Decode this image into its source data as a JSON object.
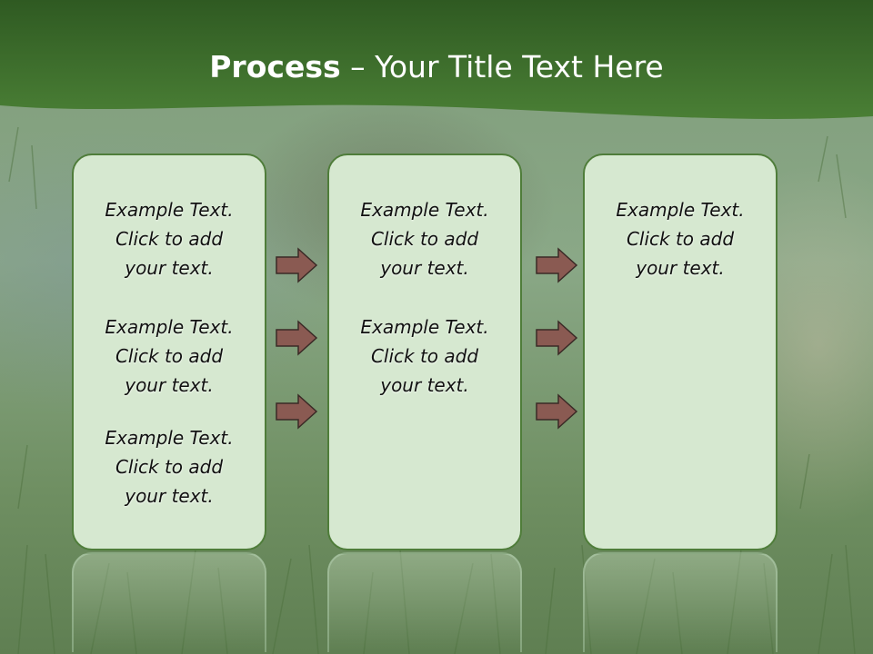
{
  "slide": {
    "title_bold": "Process",
    "title_rest": " – Your Title Text Here",
    "colors": {
      "header": "#3e6b2c",
      "box_fill": "#d6e8d0",
      "box_border": "#4f7d3a",
      "arrow": "#8a5a52"
    }
  },
  "columns": [
    {
      "blocks": [
        {
          "l1": "Example Text.",
          "l2": "Click  to add",
          "l3": "your text."
        },
        {
          "l1": "Example Text.",
          "l2": "Click  to add",
          "l3": "your text."
        },
        {
          "l1": "Example Text.",
          "l2": "Click  to add",
          "l3": "your text."
        }
      ]
    },
    {
      "blocks": [
        {
          "l1": "Example Text.",
          "l2": "Click  to add",
          "l3": "your text."
        },
        {
          "l1": "Example Text.",
          "l2": "Click  to add",
          "l3": "your text."
        }
      ]
    },
    {
      "blocks": [
        {
          "l1": "Example Text.",
          "l2": "Click  to add",
          "l3": "your text."
        }
      ]
    }
  ],
  "icons": [
    "right-arrow-icon"
  ]
}
